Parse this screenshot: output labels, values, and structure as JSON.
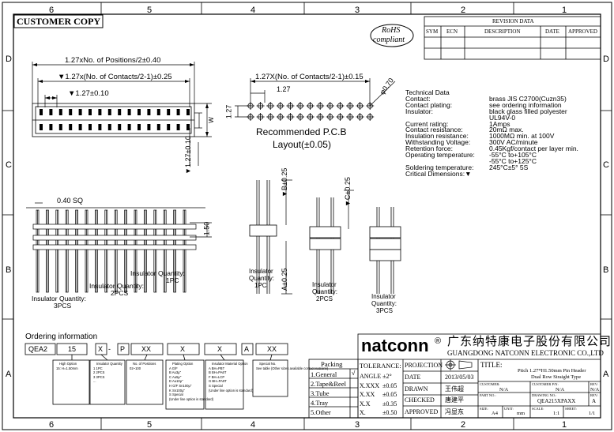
{
  "title_block": {
    "header": "CUSTOMER COPY",
    "rohs": [
      "RoHS",
      "compliant"
    ],
    "zone_cols": [
      "6",
      "5",
      "4",
      "3",
      "2",
      "1"
    ],
    "zone_rows": [
      "D",
      "C",
      "B",
      "A"
    ]
  },
  "revision": {
    "title": "REVISION DATA",
    "headers": [
      "SYM",
      "ECN",
      "DESCRIPTION",
      "DATE",
      "APPROVED"
    ]
  },
  "drawing": {
    "dim_top": "1.27xNo. of Positions/2±0.40",
    "dim_contacts": "▼1.27x(No. of Contacts/2-1)±0.25",
    "dim_pitch": "▼1.27±0.10",
    "dim_w": "W",
    "dim_side": "▼1.27±0.10",
    "pcb_dim": "1.27X(No. of Contacts/2-1)±0.15",
    "pcb_pitch": "1.27",
    "pcb_side": "1.27",
    "pcb_hole": "φ0.70",
    "pcb_caption": [
      "Recommended P.C.B",
      "Layout(±0.05)"
    ],
    "pin_sq": "0.40 SQ",
    "pin_h": "1.50",
    "dim_b": "▼B±0.25",
    "dim_c": "▼C±0.25",
    "dim_a": "A±0.25",
    "insulator_1pc_a": "Insulator Quantity:",
    "insulator_1pc_b": "1PC",
    "insulator_2pcs_a": "Insulator Quantity:",
    "insulator_2pcs_b": "2PCS",
    "insulator_3pcs_a": "Insulator Quantity:",
    "insulator_3pcs_b": "3PCS",
    "side_1pc": [
      "Insulator",
      "Quantity:",
      "1PC"
    ],
    "side_2pcs": [
      "Insulator",
      "Quantity:",
      "2PCS"
    ],
    "side_3pcs": [
      "Insulator",
      "Quantity:",
      "3PCS"
    ]
  },
  "technical": {
    "title": "Technical Data",
    "rows": [
      {
        "label": "Contact:",
        "value": "brass JIS C2700(Cuzn35)"
      },
      {
        "label": "Contact plating:",
        "value": "see ordering information"
      },
      {
        "label": "Insulator:",
        "value": "black glass filled polyester"
      },
      {
        "label": "",
        "value": "UL94V-0"
      },
      {
        "label": "Current rating:",
        "value": "1Amps"
      },
      {
        "label": "Contact resistance:",
        "value": "20mΩ max."
      },
      {
        "label": "Insulation resistance:",
        "value": "1000MΩ min. at 100V"
      },
      {
        "label": "Withstanding Voltage:",
        "value": "300V AC/minute"
      },
      {
        "label": "Retention force:",
        "value": "0.45Kgf/contact per layer min."
      },
      {
        "label": "Operating temperature:",
        "value": "-55°C to+105°C"
      },
      {
        "label": "",
        "value": "-55°C to+125°C"
      },
      {
        "label": "Soldering temperature:",
        "value": "245°C±5° 5S"
      },
      {
        "label": "Critical Dimensions:▼",
        "value": ""
      }
    ]
  },
  "ordering": {
    "title": "Ordering information",
    "codes": [
      "QEA2",
      "15",
      "X",
      "P",
      "XX",
      "X",
      "X",
      "A",
      "XX"
    ],
    "dashes": [
      "-",
      "-"
    ],
    "options": [
      [
        "High Option",
        "15: H=1.50mm"
      ],
      [
        "Insulator Quantity",
        "1   1PC",
        "2   2PCS",
        "3   3PCS",
        "..."
      ],
      [
        "No. of Positions",
        "02~100"
      ],
      [
        "Plating Option",
        "A  G/F",
        "B  Au3μ\"",
        "C  Au5μ\"",
        "D  Au10μ\"",
        "H  G/F Sn100μ\"",
        "K  Sn100μ\"",
        "S  Special",
        "(Under line option is standard)"
      ],
      [
        "Insulator Material Option",
        "A  BH=PBT",
        "B  BH=PA6T",
        "F  BH=LCP",
        "G  BH=PA9T",
        "S  Special",
        "(Under line option is standard)"
      ],
      [
        "Special No.",
        "See table (Other sizes available contact natconn)"
      ]
    ]
  },
  "packing": {
    "title": "Packing",
    "items": [
      "1.General",
      "2.Tape&Reel",
      "3.Tube",
      "4.Tray",
      "5.Other"
    ],
    "checked": "√"
  },
  "company": {
    "brand": "natconn",
    "reg": "®",
    "cn_name": "广东纳特康电子股份有限公司",
    "en_name": "GUANGDONG NATCONN ELECTRONIC CO.,LTD"
  },
  "tolerance": {
    "title": "TOLERANCE:",
    "rows": [
      [
        "ANGLE ±2°",
        ""
      ],
      [
        "X.XXX",
        "±0.05"
      ],
      [
        "X.XX",
        "±0.05"
      ],
      [
        "X.X",
        "±0.35"
      ],
      [
        "X.",
        "±0.50"
      ]
    ]
  },
  "approval": {
    "rows": [
      {
        "label": "PROJECTION",
        "value": ""
      },
      {
        "label": "DATE",
        "value": "2013/05/03"
      },
      {
        "label": "DRAWN",
        "value": "王伟超"
      },
      {
        "label": "CHECKED",
        "value": "唐建平"
      },
      {
        "label": "APPROVED",
        "value": "冯显东"
      }
    ]
  },
  "title_info": {
    "label": "TITLE:",
    "line1": "Pitch 1.27*H1.50mm Pin Header",
    "line2": "Dual Row Straight Type",
    "customer_label": "CUSTOMER:",
    "customer": "N/A",
    "customer_pn_label": "CUSTOMER P/N:",
    "customer_pn": "N/A",
    "rev_label": "REV:",
    "rev": "N/A",
    "part_label": "PART NO.:",
    "drawing_label": "DRAWING NO.:",
    "drawing_no": "QEA215XPAXX",
    "rev2": "A",
    "size_label": "SIZE:",
    "size": "A4",
    "unit_label": "UNIT:",
    "unit": "mm",
    "scale_label": "SCALE:",
    "scale": "1:1",
    "sheet_label": "SHEET:",
    "sheet": "1/1"
  }
}
